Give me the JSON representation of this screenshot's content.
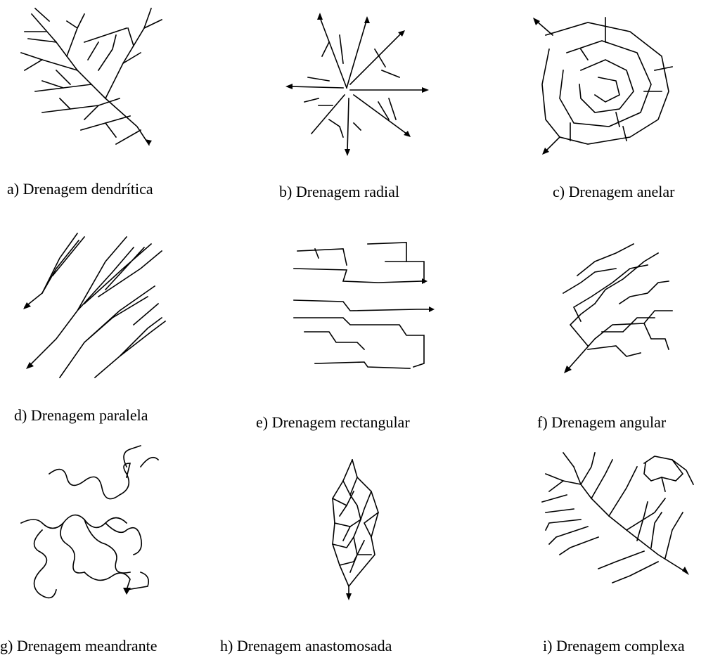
{
  "figure": {
    "panels": [
      {
        "id": "a",
        "caption": "a) Drenagem dendrítica",
        "icon": "dendritic-drainage"
      },
      {
        "id": "b",
        "caption": "b) Drenagem radial",
        "icon": "radial-drainage"
      },
      {
        "id": "c",
        "caption": "c) Drenagem anelar",
        "icon": "annular-drainage"
      },
      {
        "id": "d",
        "caption": "d) Drenagem paralela",
        "icon": "parallel-drainage"
      },
      {
        "id": "e",
        "caption": "e) Drenagem rectangular",
        "icon": "rectangular-drainage"
      },
      {
        "id": "f",
        "caption": "f) Drenagem angular",
        "icon": "angular-drainage"
      },
      {
        "id": "g",
        "caption": "g) Drenagem meandrante",
        "icon": "meandering-drainage"
      },
      {
        "id": "h",
        "caption": "h) Drenagem anastomosada",
        "icon": "anastomosing-drainage"
      },
      {
        "id": "i",
        "caption": "i) Drenagem complexa",
        "icon": "complex-drainage"
      }
    ]
  }
}
